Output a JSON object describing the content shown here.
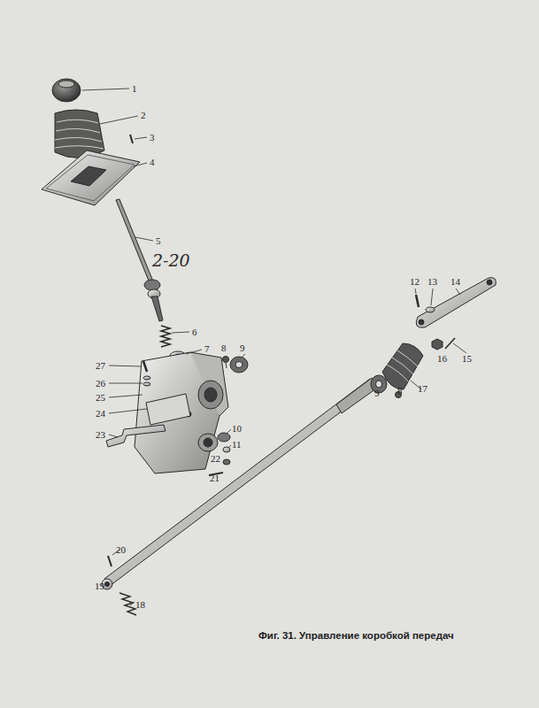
{
  "diagram": {
    "caption": "Фиг. 31. Управление коробкой передач",
    "labels": [
      "1",
      "2",
      "3",
      "4",
      "5",
      "2-20",
      "6",
      "7",
      "8",
      "9",
      "27",
      "26",
      "25",
      "24",
      "23",
      "10",
      "11",
      "22",
      "21",
      "12",
      "13",
      "14",
      "16",
      "15",
      "9",
      "8",
      "17",
      "20",
      "19",
      "18"
    ]
  }
}
